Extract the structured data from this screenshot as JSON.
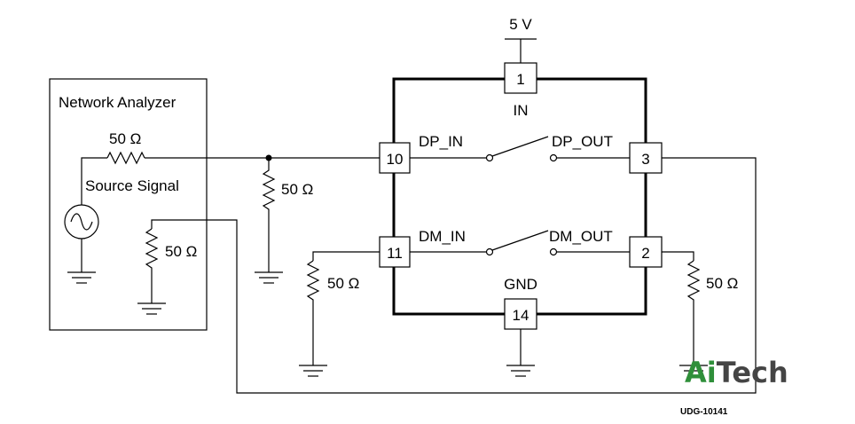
{
  "supply": {
    "label": "5 V"
  },
  "analyzer": {
    "title": "Network Analyzer",
    "source_label": "Source Signal"
  },
  "resistors": {
    "series": "50 Ω",
    "analyzer_input": "50 Ω",
    "dp_in_term": "50 Ω",
    "dm_in_term": "50 Ω",
    "dm_out_term": "50 Ω"
  },
  "ic": {
    "in_label": "IN",
    "gnd_label": "GND",
    "pins": {
      "in": "1",
      "dp_in": "10",
      "dp_out": "3",
      "dm_in": "11",
      "dm_out": "2",
      "gnd": "14"
    },
    "nets": {
      "dp_in": "DP_IN",
      "dp_out": "DP_OUT",
      "dm_in": "DM_IN",
      "dm_out": "DM_OUT"
    }
  },
  "figure_id": "UDG-10141",
  "watermark": {
    "part1": "Ai",
    "part2": "Tech",
    "color1": "#2f8f3a",
    "color2": "#444444"
  }
}
